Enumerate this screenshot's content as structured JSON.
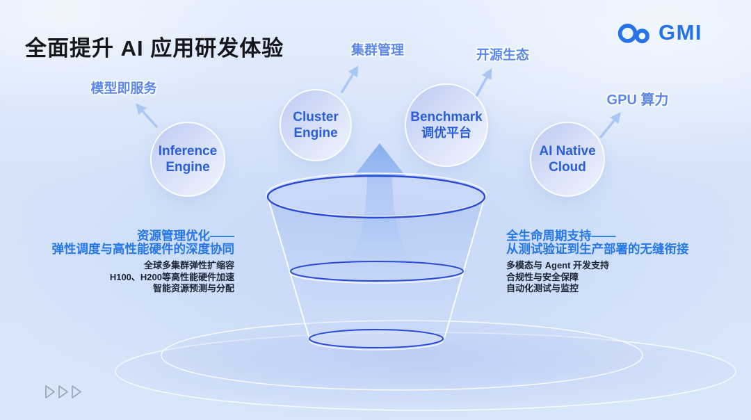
{
  "title": "全面提升 AI 应用研发体验",
  "logo": {
    "text": "GMI",
    "icon": "gmi-cloud-icon"
  },
  "labels": [
    {
      "text": "模型即服务"
    },
    {
      "text": "集群管理"
    },
    {
      "text": "开源生态"
    },
    {
      "text": "GPU 算力"
    }
  ],
  "circles": [
    {
      "line1": "Inference",
      "line2": "Engine"
    },
    {
      "line1": "Cluster",
      "line2": "Engine"
    },
    {
      "line1": "Benchmark",
      "line2": "调优平台"
    },
    {
      "line1": "AI Native",
      "line2": "Cloud"
    }
  ],
  "left_block": {
    "heading_line1": "资源管理优化——",
    "heading_line2": "弹性调度与高性能硬件的深度协同",
    "bullets": [
      "全球多集群弹性扩缩容",
      "H100、H200等高性能硬件加速",
      "智能资源预测与分配"
    ]
  },
  "right_block": {
    "heading_line1": "全生命周期支持——",
    "heading_line2": "从测试验证到生产部署的无缝衔接",
    "bullets": [
      "多模态与 Agent 开发支持",
      "合规性与安全保障",
      "自动化测试与监控"
    ]
  },
  "colors": {
    "title": "#15161c",
    "label_blue": "#5b87ea",
    "circle_text_blue": "#2a5ed8",
    "heading_blue": "#2577e5",
    "body_text": "#1b2433",
    "funnel_stroke": "#2b4ad4",
    "connector_arrow": "#a9c7f3",
    "logo_blue": "#2673e8",
    "background": "#d8e6fa"
  }
}
